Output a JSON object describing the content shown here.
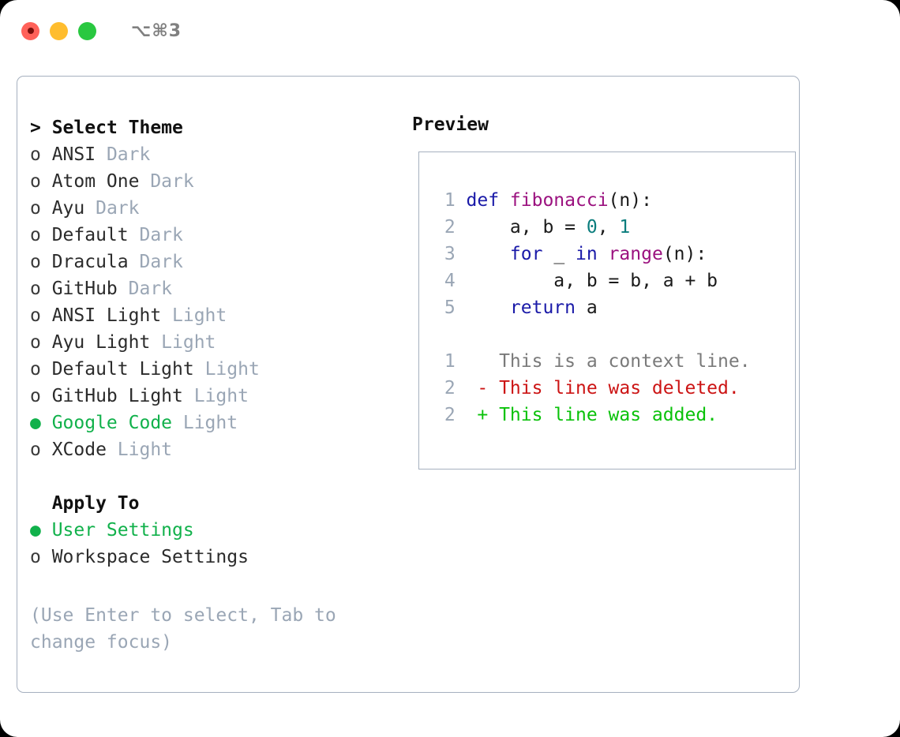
{
  "window": {
    "title": "⌥⌘3",
    "traffic_lights": [
      "close",
      "minimize",
      "maximize"
    ],
    "colors": {
      "close": "#ff6159",
      "minimize": "#ffbd2e",
      "maximize": "#29c840",
      "accent_green": "#11b14b",
      "muted": "#9aa6b5",
      "border": "#a6b0bf"
    }
  },
  "theme_picker": {
    "heading_prefix": "> ",
    "heading": "Select Theme",
    "items": [
      {
        "marker": "o",
        "selected": false,
        "name": "ANSI",
        "tag": "Dark"
      },
      {
        "marker": "o",
        "selected": false,
        "name": "Atom One",
        "tag": "Dark"
      },
      {
        "marker": "o",
        "selected": false,
        "name": "Ayu",
        "tag": "Dark"
      },
      {
        "marker": "o",
        "selected": false,
        "name": "Default",
        "tag": "Dark"
      },
      {
        "marker": "o",
        "selected": false,
        "name": "Dracula",
        "tag": "Dark"
      },
      {
        "marker": "o",
        "selected": false,
        "name": "GitHub",
        "tag": "Dark"
      },
      {
        "marker": "o",
        "selected": false,
        "name": "ANSI Light",
        "tag": "Light"
      },
      {
        "marker": "o",
        "selected": false,
        "name": "Ayu Light",
        "tag": "Light"
      },
      {
        "marker": "o",
        "selected": false,
        "name": "Default Light",
        "tag": "Light"
      },
      {
        "marker": "o",
        "selected": false,
        "name": "GitHub Light",
        "tag": "Light"
      },
      {
        "marker": "●",
        "selected": true,
        "name": "Google Code",
        "tag": "Light"
      },
      {
        "marker": "o",
        "selected": false,
        "name": "XCode",
        "tag": "Light"
      }
    ]
  },
  "apply_to": {
    "heading": "Apply To",
    "items": [
      {
        "marker": "●",
        "selected": true,
        "name": "User Settings"
      },
      {
        "marker": "o",
        "selected": false,
        "name": "Workspace Settings"
      }
    ]
  },
  "hint": "(Use Enter to select, Tab to change focus)",
  "preview": {
    "title": "Preview",
    "code_lines": [
      {
        "n": "1",
        "tokens": [
          {
            "t": "def ",
            "c": "kw"
          },
          {
            "t": "fibonacci",
            "c": "fn"
          },
          {
            "t": "(n):",
            "c": "plain"
          }
        ]
      },
      {
        "n": "2",
        "tokens": [
          {
            "t": "    a, b = ",
            "c": "plain"
          },
          {
            "t": "0",
            "c": "num"
          },
          {
            "t": ", ",
            "c": "plain"
          },
          {
            "t": "1",
            "c": "num"
          }
        ]
      },
      {
        "n": "3",
        "tokens": [
          {
            "t": "    ",
            "c": "plain"
          },
          {
            "t": "for",
            "c": "kw"
          },
          {
            "t": " _ ",
            "c": "plain"
          },
          {
            "t": "in",
            "c": "kw"
          },
          {
            "t": " ",
            "c": "plain"
          },
          {
            "t": "range",
            "c": "fn"
          },
          {
            "t": "(n):",
            "c": "plain"
          }
        ]
      },
      {
        "n": "4",
        "tokens": [
          {
            "t": "        a, b = b, a + b",
            "c": "plain"
          }
        ]
      },
      {
        "n": "5",
        "tokens": [
          {
            "t": "    ",
            "c": "plain"
          },
          {
            "t": "return",
            "c": "kw"
          },
          {
            "t": " a",
            "c": "plain"
          }
        ]
      }
    ],
    "diff_lines": [
      {
        "n": "1",
        "sign": " ",
        "text": "This is a context line.",
        "kind": "ctx"
      },
      {
        "n": "2",
        "sign": "-",
        "text": "This line was deleted.",
        "kind": "del"
      },
      {
        "n": "2",
        "sign": "+",
        "text": "This line was added.",
        "kind": "add"
      }
    ]
  }
}
